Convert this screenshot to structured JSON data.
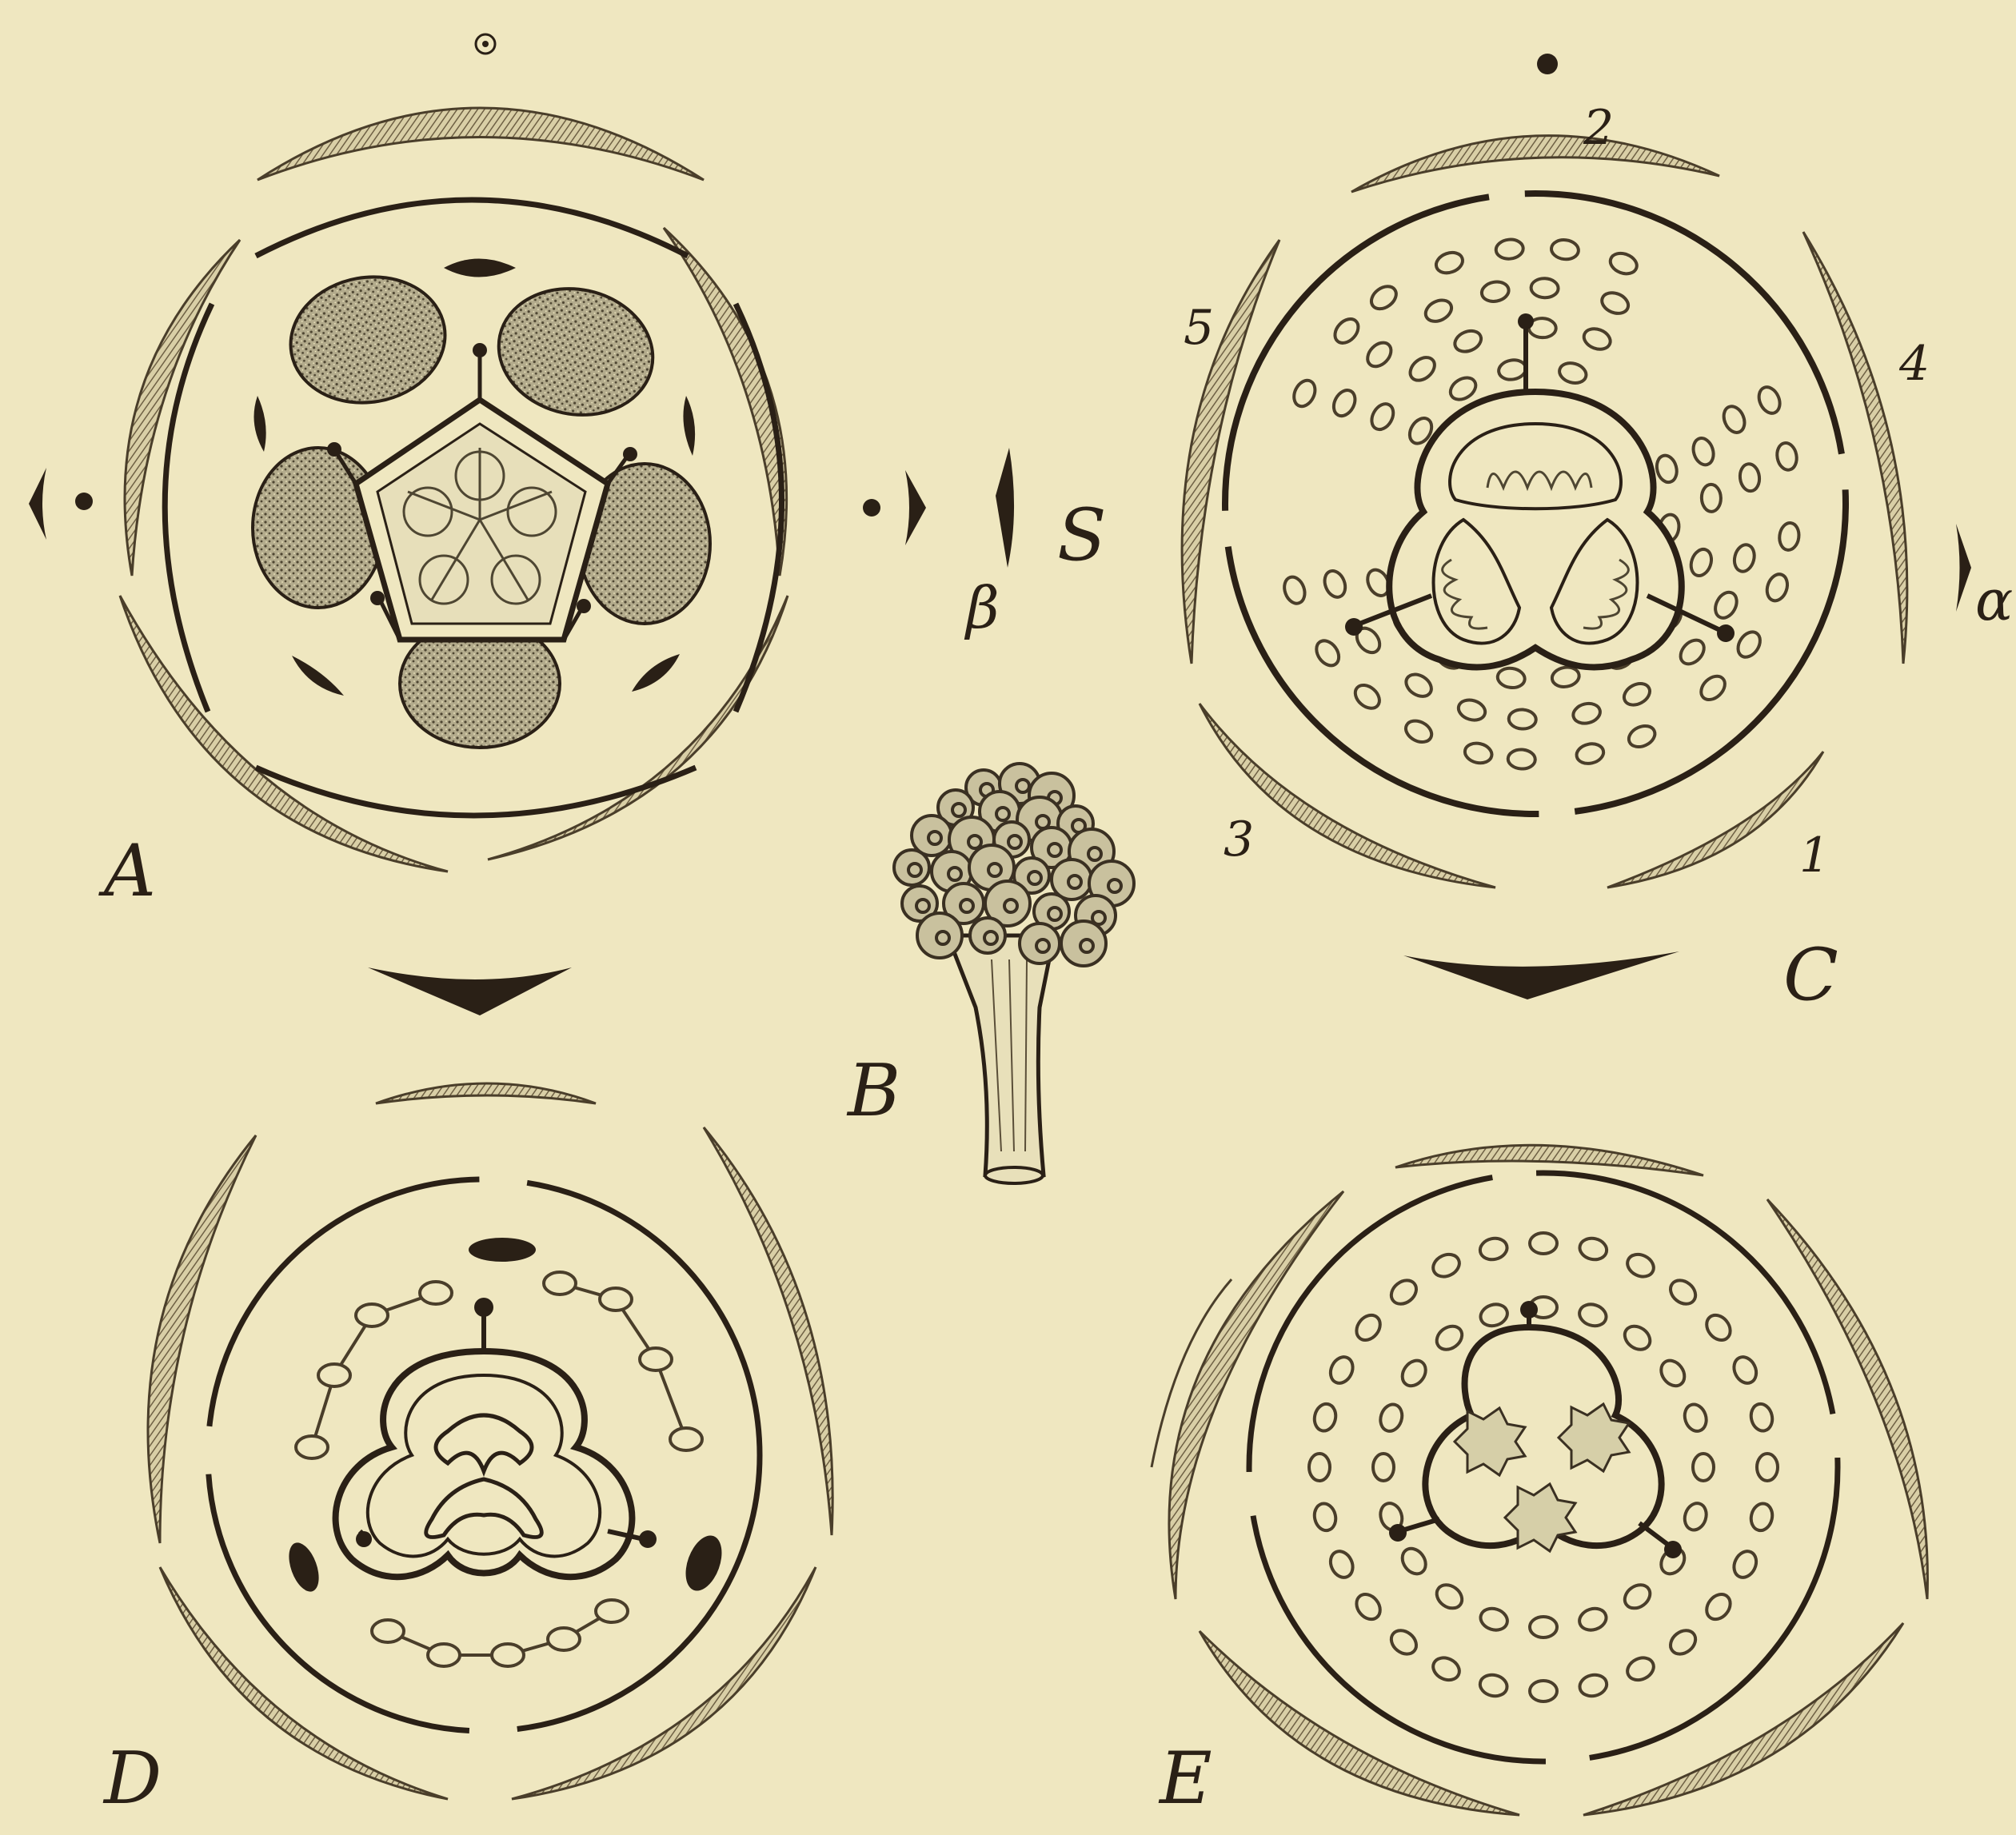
{
  "figures": {
    "A": {
      "label": "A"
    },
    "B": {
      "label": "B"
    },
    "C": {
      "label": "C",
      "bract_labels": [
        "1",
        "2",
        "3",
        "4",
        "5"
      ]
    },
    "D": {
      "label": "D"
    },
    "E": {
      "label": "E"
    }
  },
  "markers": {
    "S": "S",
    "beta": "β",
    "alpha": "α"
  },
  "colors": {
    "paper": "#efe7c0",
    "ink": "#2a2016",
    "hatch": "#6e6044",
    "pollen_fill": "#a8a082"
  }
}
